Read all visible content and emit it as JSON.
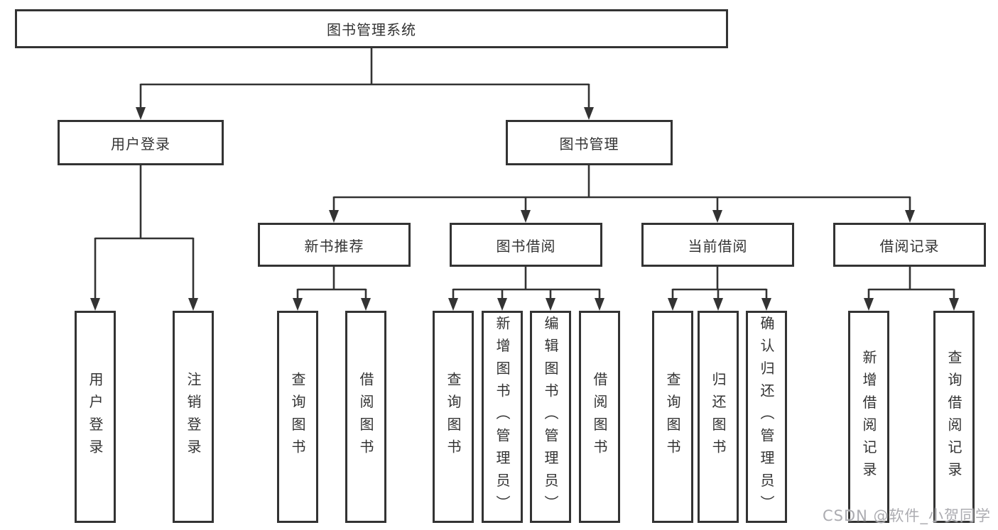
{
  "diagram_type": "hierarchy-tree",
  "colors": {
    "line": "#333333",
    "text": "#333333",
    "box_background": "#ffffff",
    "page_background": "#ffffff",
    "watermark": "#a8a8ad"
  },
  "tree": {
    "label": "图书管理系统",
    "children": [
      {
        "label": "用户登录",
        "children": [
          {
            "label": "用户登录"
          },
          {
            "label": "注销登录"
          }
        ]
      },
      {
        "label": "图书管理",
        "children": [
          {
            "label": "新书推荐",
            "children": [
              {
                "label": "查询图书"
              },
              {
                "label": "借阅图书"
              }
            ]
          },
          {
            "label": "图书借阅",
            "children": [
              {
                "label": "查询图书"
              },
              {
                "label": "新增图书（管理员）"
              },
              {
                "label": "编辑图书（管理员）"
              },
              {
                "label": "借阅图书"
              }
            ]
          },
          {
            "label": "当前借阅",
            "children": [
              {
                "label": "查询图书"
              },
              {
                "label": "归还图书"
              },
              {
                "label": "确认归还（管理员）"
              }
            ]
          },
          {
            "label": "借阅记录",
            "children": [
              {
                "label": "新增借阅记录"
              },
              {
                "label": "查询借阅记录"
              }
            ]
          }
        ]
      }
    ]
  },
  "watermark": {
    "text": "CSDN @软件_小贺同学"
  }
}
